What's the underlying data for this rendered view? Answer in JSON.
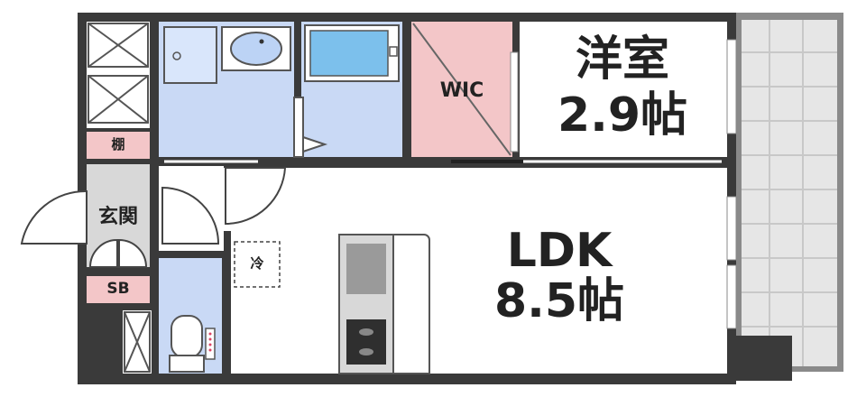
{
  "rooms": {
    "western_room": {
      "name": "洋室",
      "size": "2.9帖"
    },
    "ldk": {
      "name": "LDK",
      "size": "8.5帖"
    },
    "wic": {
      "name": "WIC"
    },
    "entrance": {
      "name": "玄関"
    },
    "shelf": {
      "name": "棚"
    },
    "shoebox": {
      "name": "SB"
    },
    "fridge": {
      "name": "冷"
    }
  },
  "colors": {
    "wall": "#3a3a3a",
    "wet_area": "#c9d9f5",
    "wic": "#f3c6c8",
    "label_pink": "#f3c6c8",
    "balcony": "#e4e4e4",
    "floor": "#ffffff"
  }
}
